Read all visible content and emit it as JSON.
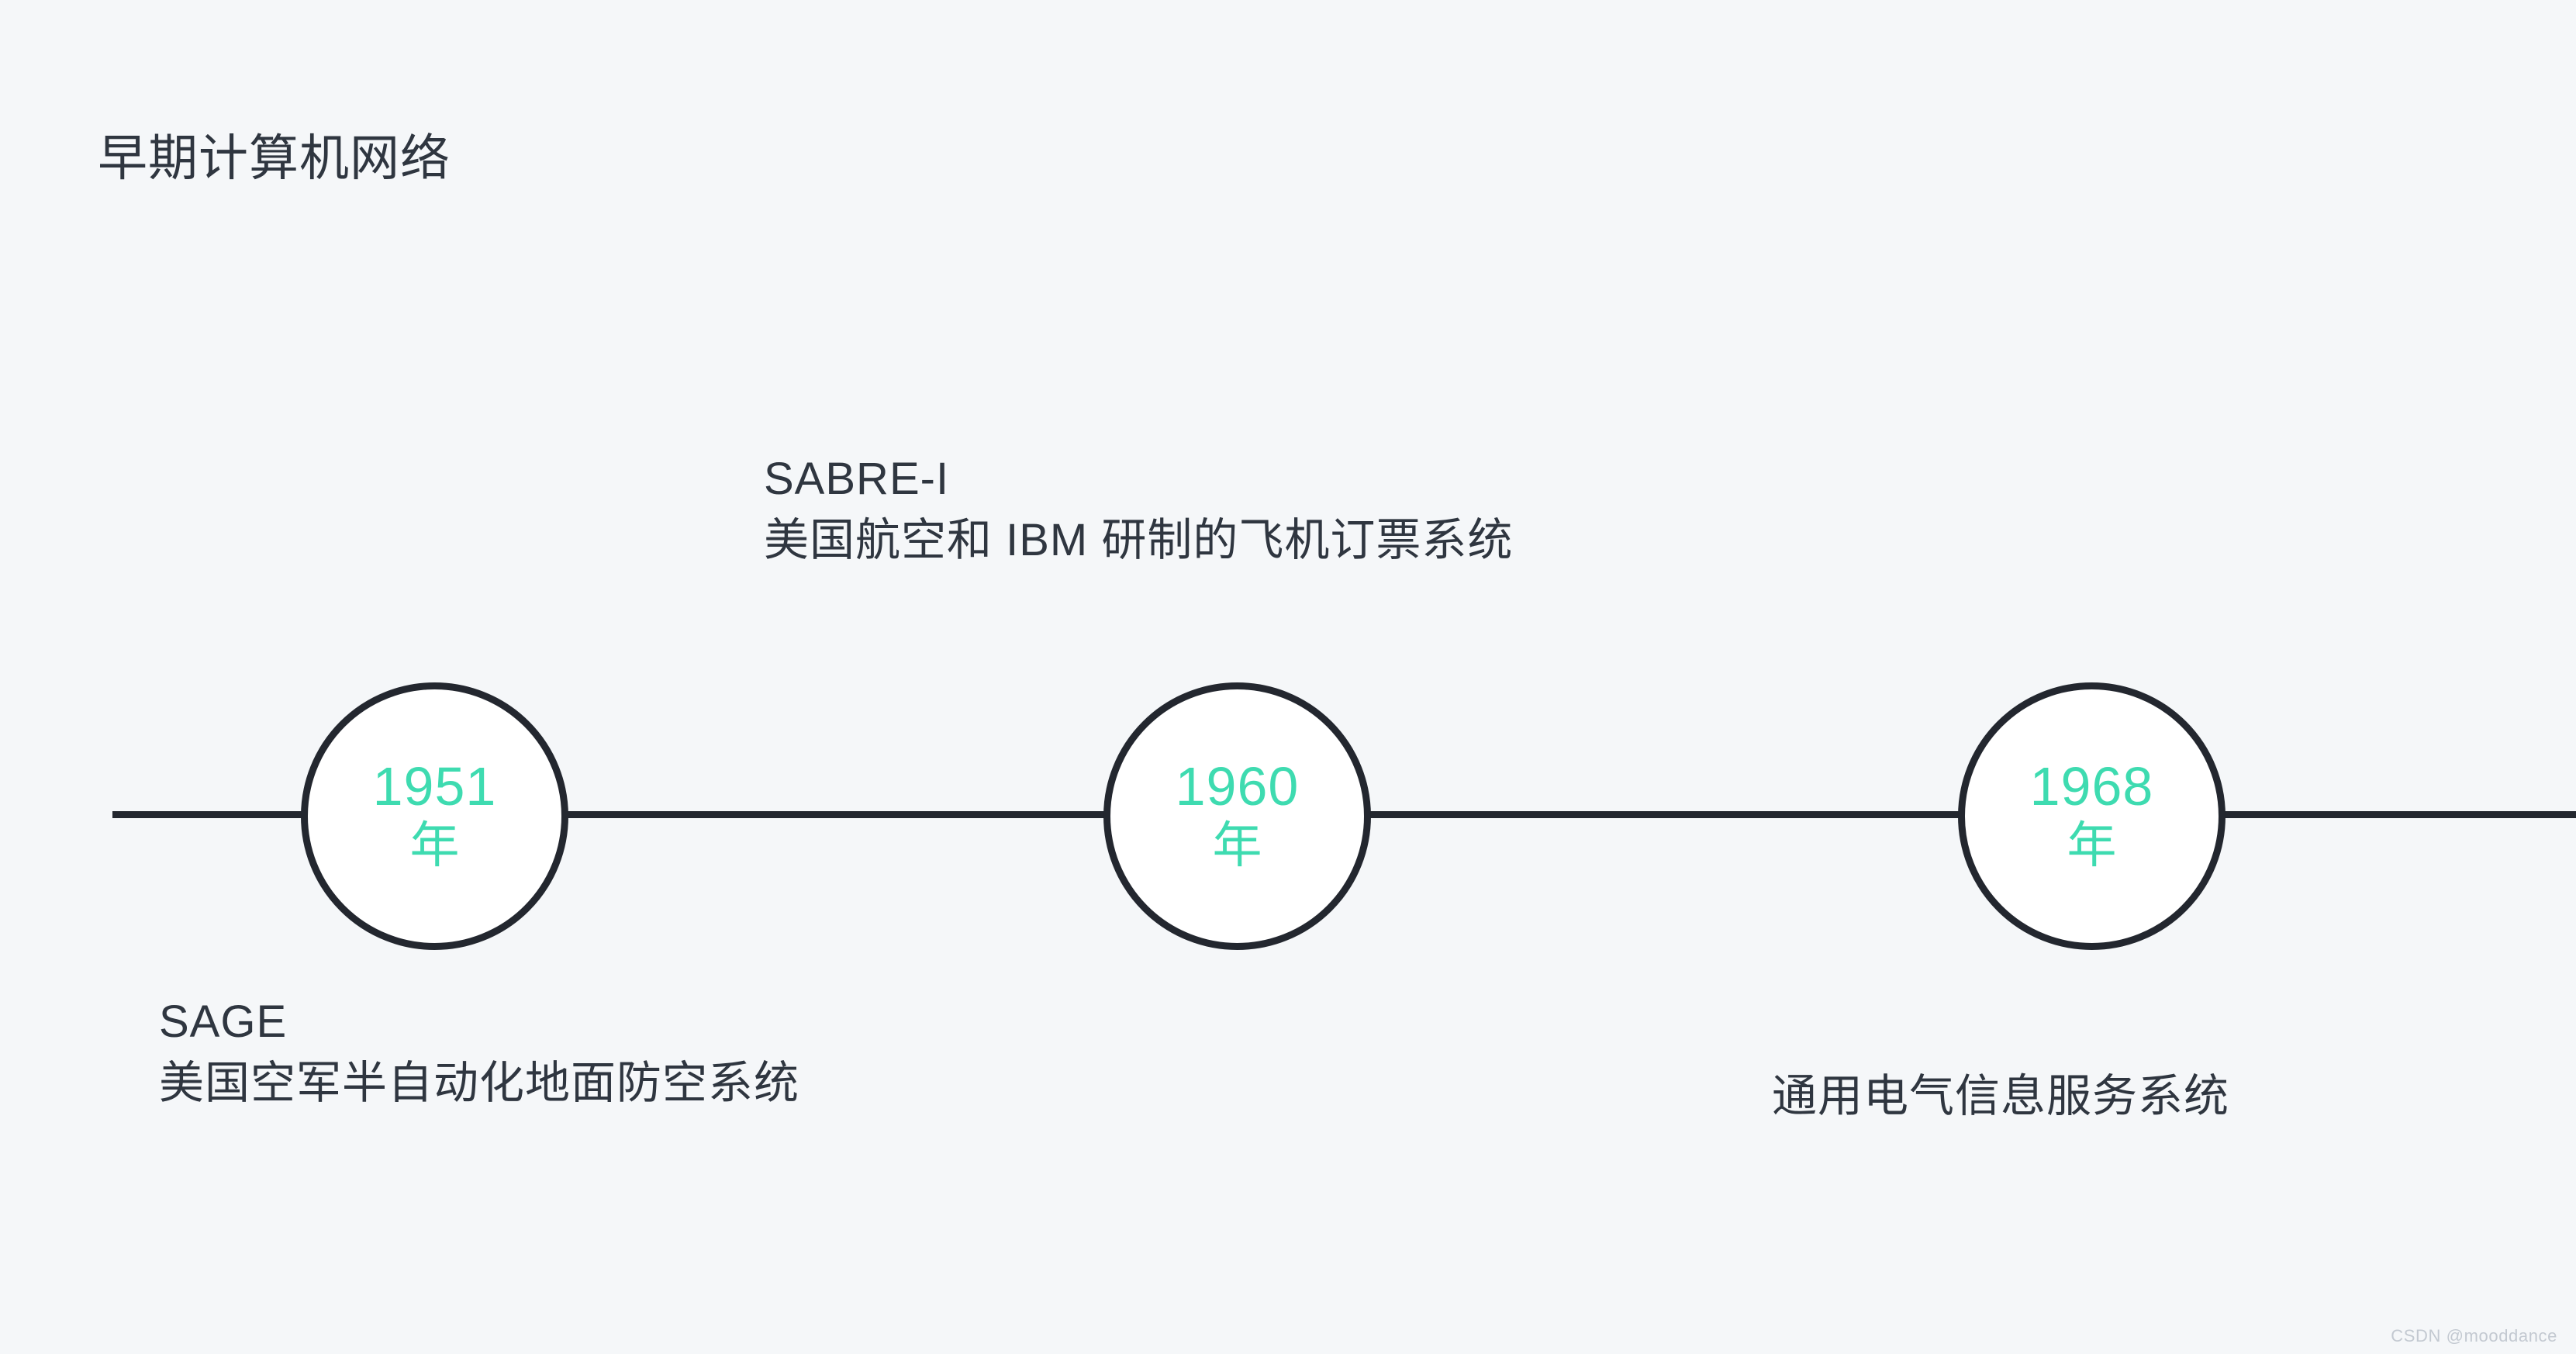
{
  "page": {
    "title": "早期计算机网络",
    "background_color": "#f5f7f9",
    "text_color": "#2f3640",
    "accent_color": "#3edbb0",
    "axis_color": "#23272f"
  },
  "timeline": {
    "axis_label": "timeline-axis",
    "nodes": [
      {
        "year": "1951",
        "unit": "年"
      },
      {
        "year": "1960",
        "unit": "年"
      },
      {
        "year": "1968",
        "unit": "年"
      }
    ],
    "events": [
      {
        "name": "SAGE",
        "description": "美国空军半自动化地面防空系统",
        "position": "below",
        "year": "1951"
      },
      {
        "name": "SABRE-I",
        "description": "美国航空和 IBM 研制的飞机订票系统",
        "position": "above",
        "year": "1960"
      },
      {
        "name": "",
        "description": "通用电气信息服务系统",
        "position": "below",
        "year": "1968"
      }
    ]
  },
  "watermark": {
    "text": "CSDN @mooddance"
  }
}
